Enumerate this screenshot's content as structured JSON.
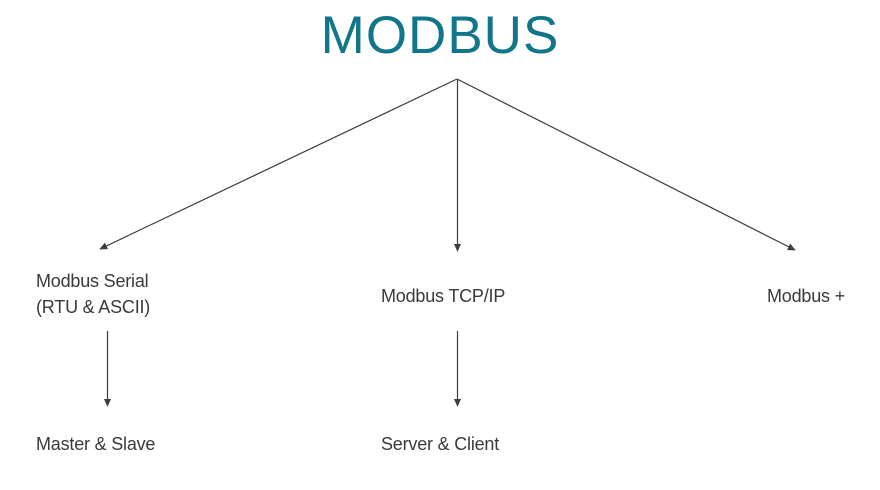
{
  "diagram": {
    "title": "MODBUS",
    "title_color": "#11768c",
    "background_color": "#ffffff",
    "text_color": "#3a3a3a",
    "line_color": "#3d3d3d",
    "root": {
      "id": "modbus-root",
      "label": "MODBUS"
    },
    "nodes": [
      {
        "id": "modbus-serial",
        "label_line1": "Modbus Serial",
        "label_line2": "(RTU & ASCII)",
        "full_label": "Modbus Serial (RTU & ASCII)",
        "tier": "middle",
        "column": "left"
      },
      {
        "id": "modbus-tcpip",
        "label": "Modbus TCP/IP",
        "tier": "middle",
        "column": "center"
      },
      {
        "id": "modbus-plus",
        "label": "Modbus +",
        "tier": "middle",
        "column": "right"
      },
      {
        "id": "master-slave",
        "label": "Master & Slave",
        "tier": "bottom",
        "column": "left"
      },
      {
        "id": "server-client",
        "label": "Server & Client",
        "tier": "bottom",
        "column": "center"
      }
    ],
    "edges": [
      {
        "id": "edge-root-serial",
        "from": "modbus-root",
        "to": "modbus-serial",
        "style": "arrow"
      },
      {
        "id": "edge-root-tcpip",
        "from": "modbus-root",
        "to": "modbus-tcpip",
        "style": "arrow"
      },
      {
        "id": "edge-root-plus",
        "from": "modbus-root",
        "to": "modbus-plus",
        "style": "arrow"
      },
      {
        "id": "edge-serial-master-slave",
        "from": "modbus-serial",
        "to": "master-slave",
        "style": "arrow"
      },
      {
        "id": "edge-tcpip-server-client",
        "from": "modbus-tcpip",
        "to": "server-client",
        "style": "arrow"
      }
    ]
  }
}
